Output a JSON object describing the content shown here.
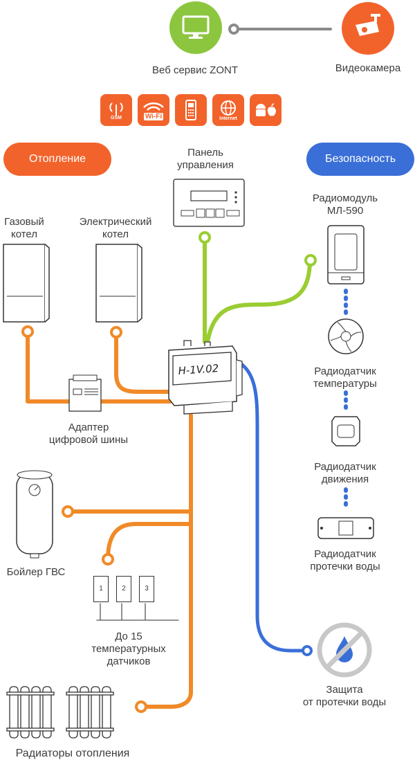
{
  "colors": {
    "orange": "#f2632b",
    "green": "#8cc63f",
    "blue": "#3a6fd8",
    "wire_orange": "#f08a28",
    "wire_green": "#9acd32",
    "wire_blue": "#3a6fd8"
  },
  "top": {
    "web_service_label": "Веб сервис ZONT",
    "camera_label": "Видеокамера",
    "web_icon": "monitor-icon",
    "camera_icon": "cctv-camera-icon"
  },
  "channels": [
    {
      "icon": "gsm-antenna-icon",
      "text": "GSM"
    },
    {
      "icon": "wifi-icon",
      "text": "Wi-Fi"
    },
    {
      "icon": "phone-icon",
      "text": ""
    },
    {
      "icon": "globe-icon",
      "text": "Internet"
    },
    {
      "icon": "android-apple-icon",
      "text": ""
    }
  ],
  "heating_pill": "Отопление",
  "security_pill": "Безопасность",
  "panel": {
    "line1": "Панель",
    "line2": "управления"
  },
  "gas_boiler": {
    "line1": "Газовый",
    "line2": "котел"
  },
  "electric_boiler": {
    "line1": "Электрический",
    "line2": "котел"
  },
  "controller_label": "H-1V.02",
  "adapter": {
    "line1": "Адаптер",
    "line2": "цифровой шины"
  },
  "boiler_hot_water": "Бойлер ГВС",
  "sensors_numbers": [
    "1",
    "2",
    "3"
  ],
  "sensors_label": {
    "line1": "До 15",
    "line2": "температурных",
    "line3": "датчиков"
  },
  "radiators_label": "Радиаторы отопления",
  "radio_module": {
    "line1": "Радиомодуль",
    "line2": "МЛ-590"
  },
  "temp_sensor": {
    "line1": "Радиодатчик",
    "line2": "температуры"
  },
  "motion_sensor": {
    "line1": "Радиодатчик",
    "line2": "движения"
  },
  "leak_sensor": {
    "line1": "Радиодатчик",
    "line2": "протечки воды"
  },
  "leak_protection": {
    "line1": "Защита",
    "line2": "от протечки воды"
  }
}
